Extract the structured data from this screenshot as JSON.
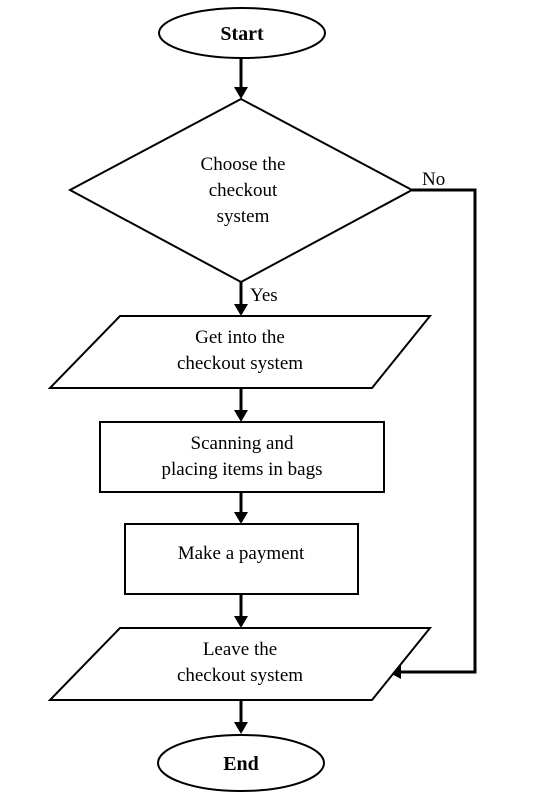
{
  "diagram": {
    "nodes": {
      "start": {
        "label": "Start"
      },
      "choose": {
        "lines": [
          "Choose the",
          "checkout",
          "system"
        ]
      },
      "get_into": {
        "lines": [
          "Get into the",
          "checkout system"
        ]
      },
      "scanning": {
        "lines": [
          "Scanning and",
          "placing items in bags"
        ]
      },
      "payment": {
        "label": "Make a payment"
      },
      "leave": {
        "lines": [
          "Leave the",
          "checkout system"
        ]
      },
      "end": {
        "label": "End"
      }
    },
    "branches": {
      "no": "No",
      "yes": "Yes"
    },
    "colors": {
      "stroke": "#000000",
      "fill": "#ffffff"
    }
  }
}
